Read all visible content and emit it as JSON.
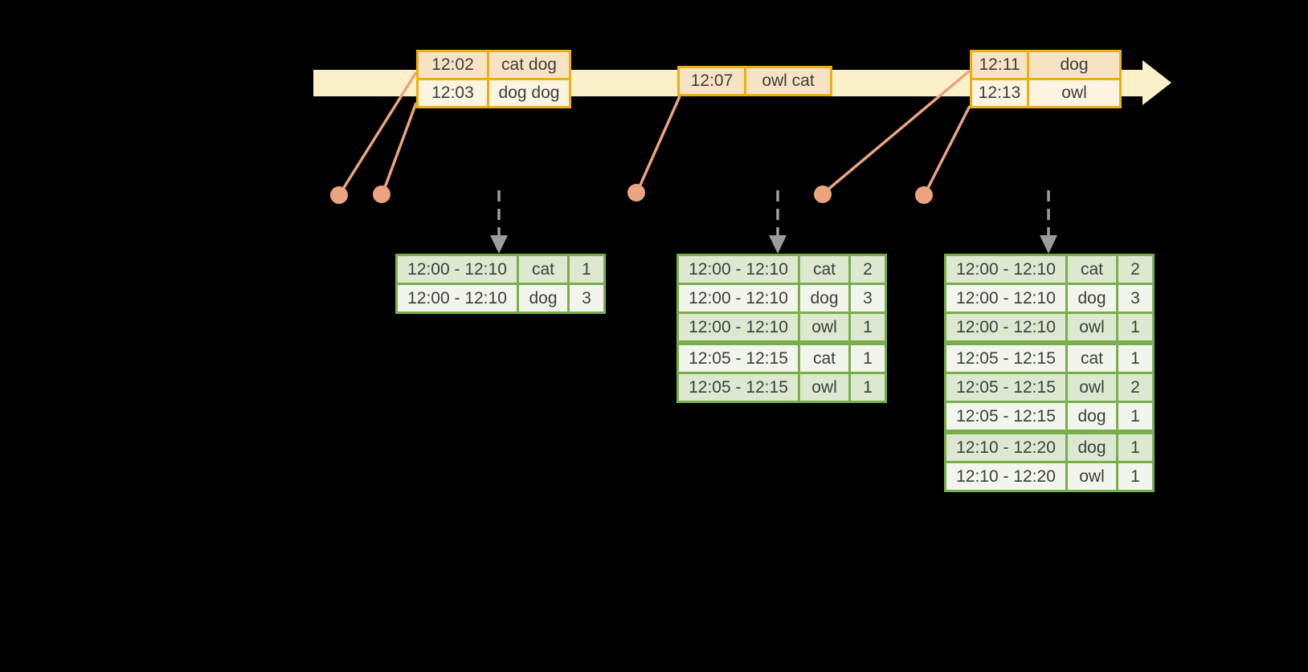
{
  "diagram": {
    "kind": "event-time windowed word-count stream diagram",
    "event_stream": {
      "tables": [
        {
          "id": "events-1",
          "rows": [
            [
              "12:02",
              "cat dog"
            ],
            [
              "12:03",
              "dog dog"
            ]
          ]
        },
        {
          "id": "events-2",
          "rows": [
            [
              "12:07",
              "owl cat"
            ]
          ]
        },
        {
          "id": "events-3",
          "rows": [
            [
              "12:11",
              "dog"
            ],
            [
              "12:13",
              "owl"
            ]
          ]
        }
      ]
    },
    "result_tables": [
      {
        "id": "result-1",
        "rows": [
          [
            "12:00 - 12:10",
            "cat",
            "1"
          ],
          [
            "12:00 - 12:10",
            "dog",
            "3"
          ]
        ],
        "group_starts": []
      },
      {
        "id": "result-2",
        "rows": [
          [
            "12:00 - 12:10",
            "cat",
            "2"
          ],
          [
            "12:00 - 12:10",
            "dog",
            "3"
          ],
          [
            "12:00 - 12:10",
            "owl",
            "1"
          ],
          [
            "12:05 - 12:15",
            "cat",
            "1"
          ],
          [
            "12:05 - 12:15",
            "owl",
            "1"
          ]
        ],
        "group_starts": [
          3
        ]
      },
      {
        "id": "result-3",
        "rows": [
          [
            "12:00 - 12:10",
            "cat",
            "2"
          ],
          [
            "12:00 - 12:10",
            "dog",
            "3"
          ],
          [
            "12:00 - 12:10",
            "owl",
            "1"
          ],
          [
            "12:05 - 12:15",
            "cat",
            "1"
          ],
          [
            "12:05 - 12:15",
            "owl",
            "2"
          ],
          [
            "12:05 - 12:15",
            "dog",
            "1"
          ],
          [
            "12:10 - 12:20",
            "dog",
            "1"
          ],
          [
            "12:10 - 12:20",
            "owl",
            "1"
          ]
        ],
        "group_starts": [
          3,
          6
        ]
      }
    ],
    "colors": {
      "background": "#000000",
      "timeline_band": "#FAF0CA",
      "event_table_border": "#EDAF0C",
      "event_row_peach": "#F8E2C4",
      "event_row_cream": "#FCF3E1",
      "result_table_border": "#7AAE4B",
      "result_row_green": "#DCE8D0",
      "result_row_white": "#F1F5EB",
      "connector_salmon": "#EBA47E",
      "trigger_arrow_gray": "#9C9C9C",
      "text": "#3E3E3E"
    }
  }
}
